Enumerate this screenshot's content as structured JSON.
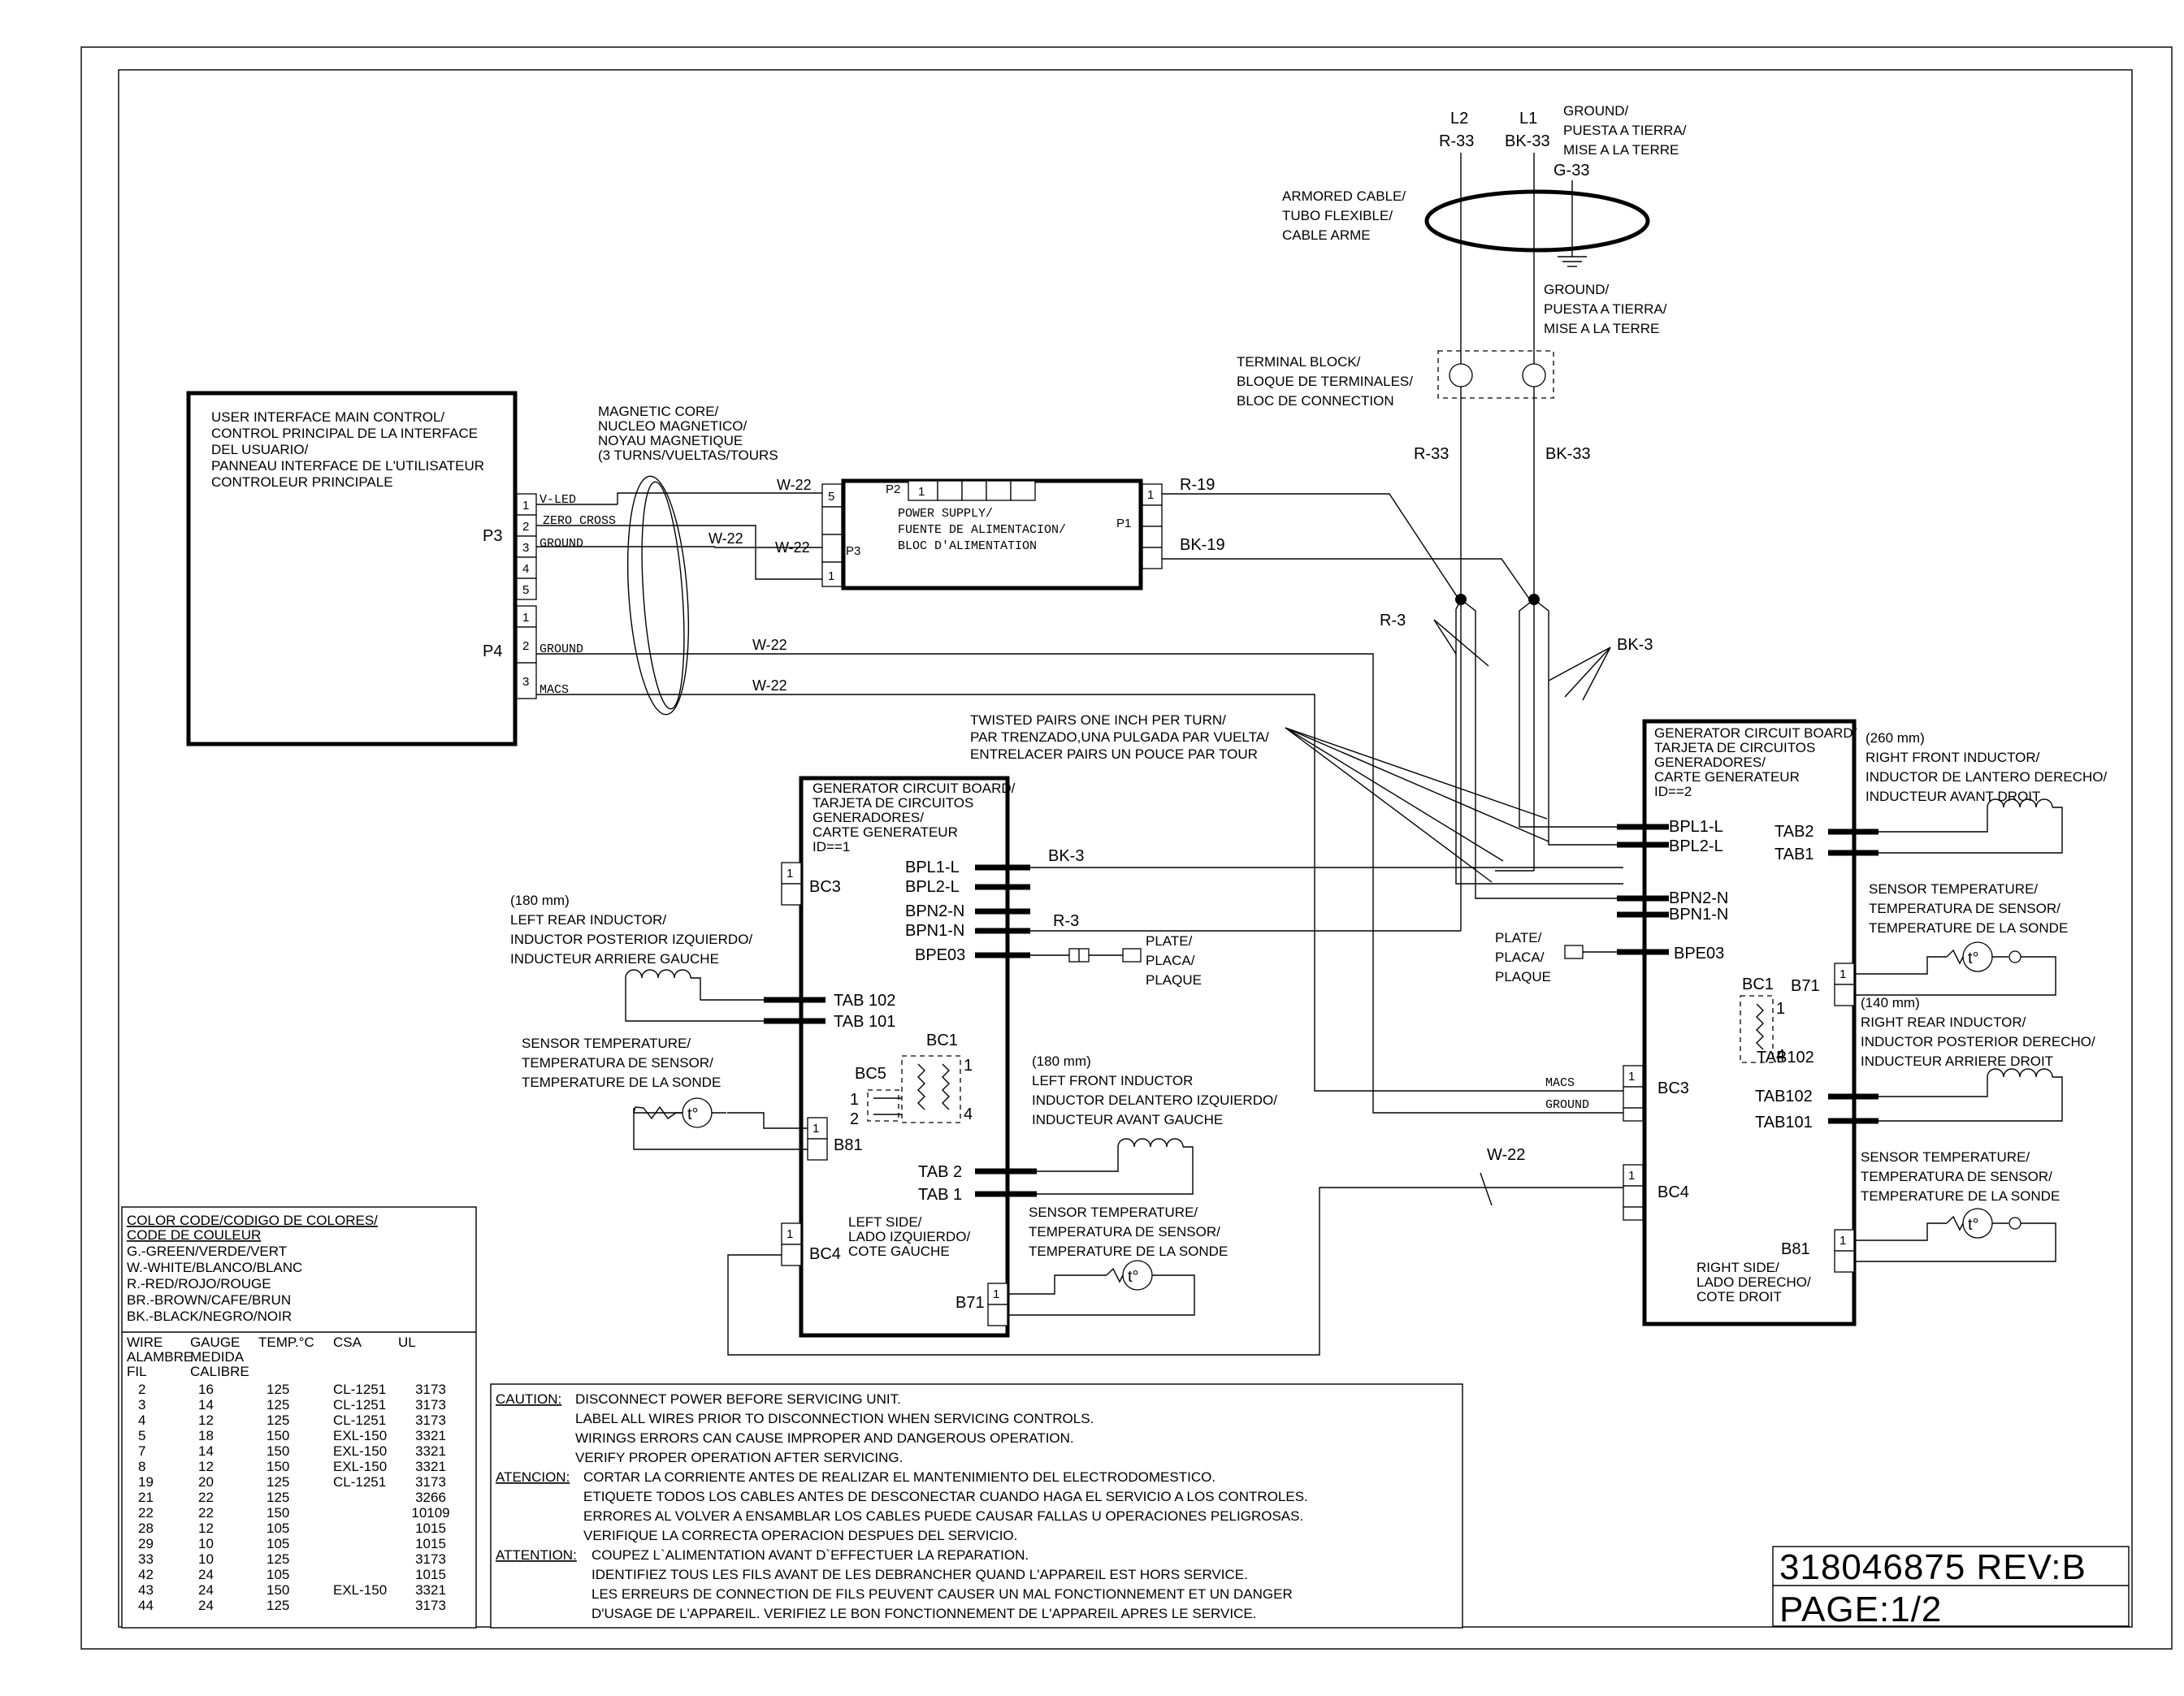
{
  "ui_box": {
    "lines": [
      "USER INTERFACE MAIN CONTROL/",
      "CONTROL PRINCIPAL DE LA INTERFACE",
      "DEL USUARIO/",
      "PANNEAU INTERFACE DE L'UTILISATEUR",
      "CONTROLEUR PRINCIPALE"
    ],
    "p3": "P3",
    "p4": "P4",
    "p3_pins": [
      "1",
      "2",
      "3",
      "4",
      "5"
    ],
    "p4_pins": [
      "1",
      "2",
      "3"
    ],
    "vled": "V-LED",
    "zero_cross": "ZERO CROSS",
    "ground": "GROUND",
    "ground2": "GROUND",
    "macs": "MACS"
  },
  "magnetic_core": [
    "MAGNETIC CORE/",
    "NUCLEO MAGNETICO/",
    "NOYAU MAGNETIQUE",
    "(3 TURNS/VUELTAS/TOURS"
  ],
  "power_supply": {
    "lines": [
      "POWER SUPPLY/",
      "FUENTE DE ALIMENTACION/",
      "BLOC D'ALIMENTATION"
    ],
    "p2": "P2",
    "p2_pin": "1",
    "p1": "P1",
    "p1_pin": "1",
    "p3": "P3",
    "p3_pin5": "5",
    "p3_pin1": "1"
  },
  "wires": {
    "w22_a": "W-22",
    "w22_b": "W-22",
    "w22_c": "W-22",
    "w22_d": "W-22",
    "w22_e": "W-22",
    "w22_f": "W-22",
    "r19": "R-19",
    "bk19": "BK-19",
    "r33": "R-33",
    "bk33": "BK-33",
    "r3": "R-3",
    "bk3": "BK-3",
    "bk3_gen1": "BK-3",
    "r3_gen1": "R-3"
  },
  "power_in": {
    "l2": "L2",
    "l1": "L1",
    "r33": "R-33",
    "bk33": "BK-33",
    "g33": "G-33",
    "ground_top": [
      "GROUND/",
      "PUESTA A TIERRA/",
      "MISE A LA TERRE"
    ],
    "armored": [
      "ARMORED CABLE/",
      "TUBO FLEXIBLE/",
      "CABLE ARME"
    ],
    "ground_mid": [
      "GROUND/",
      "PUESTA A TIERRA/",
      "MISE A LA TERRE"
    ],
    "terminal": [
      "TERMINAL BLOCK/",
      "BLOQUE DE TERMINALES/",
      "BLOC DE CONNECTION"
    ]
  },
  "twisted": [
    "TWISTED PAIRS ONE INCH PER TURN/",
    "PAR TRENZADO,UNA PULGADA PAR VUELTA/",
    "ENTRELACER PAIRS UN POUCE PAR TOUR"
  ],
  "gen_left": {
    "header": [
      "GENERATOR CIRCUIT BOARD/",
      "TARJETA DE CIRCUITOS",
      "GENERADORES/",
      "CARTE GENERATEUR",
      "ID==1"
    ],
    "bc3": "BC3",
    "bpl1": "BPL1-L",
    "bpl2": "BPL2-L",
    "bpn2": "BPN2-N",
    "bpn1": "BPN1-N",
    "bpe03": "BPE03",
    "tab102": "TAB 102",
    "tab101": "TAB 101",
    "bc1": "BC1",
    "bc5": "BC5",
    "b81": "B81",
    "tab2": "TAB 2",
    "tab1": "TAB 1",
    "bc4": "BC4",
    "b71": "B71",
    "side": [
      "LEFT SIDE/",
      "LADO IZQUIERDO/",
      "COTE GAUCHE"
    ],
    "pin1": "1",
    "pin2": "2",
    "pin4": "4"
  },
  "gen_right": {
    "header": [
      "GENERATOR CIRCUIT BOARD/",
      "TARJETA DE CIRCUITOS",
      "GENERADORES/",
      "CARTE GENERATEUR",
      "ID==2"
    ],
    "bpl1": "BPL1-L",
    "bpl2": "BPL2-L",
    "bpn2": "BPN2-N",
    "bpn1": "BPN1-N",
    "bpe03": "BPE03",
    "tab2": "TAB2",
    "tab1": "TAB1",
    "bc1": "BC1",
    "b71": "B71",
    "tab102": "TAB102",
    "tab101": "TAB101",
    "macs": "MACS",
    "ground": "GROUND",
    "bc3": "BC3",
    "bc4": "BC4",
    "b81": "B81",
    "side": [
      "RIGHT SIDE/",
      "LADO DERECHO/",
      "COTE DROIT"
    ],
    "pin1": "1",
    "pin4": "4"
  },
  "left_rear_inductor": [
    "(180 mm)",
    "LEFT REAR INDUCTOR/",
    "INDUCTOR POSTERIOR IZQUIERDO/",
    "INDUCTEUR ARRIERE GAUCHE"
  ],
  "left_front_inductor": [
    "(180 mm)",
    "LEFT FRONT INDUCTOR",
    "INDUCTOR DELANTERO IZQUIERDO/",
    "INDUCTEUR AVANT GAUCHE"
  ],
  "right_front_inductor": [
    "(260 mm)",
    "RIGHT FRONT INDUCTOR/",
    "INDUCTOR DE LANTERO DERECHO/",
    "INDUCTEUR AVANT DROIT"
  ],
  "right_rear_inductor": [
    "(140 mm)",
    "RIGHT REAR INDUCTOR/",
    "INDUCTOR POSTERIOR DERECHO/",
    "INDUCTEUR ARRIERE DROIT"
  ],
  "sensor": [
    "SENSOR TEMPERATURE/",
    "TEMPERATURA DE SENSOR/",
    "TEMPERATURE DE LA SONDE"
  ],
  "plate_left": [
    "PLATE/",
    "PLACA/",
    "PLAQUE"
  ],
  "plate_right": [
    "PLATE/",
    "PLACA/",
    "PLAQUE"
  ],
  "thermistor": "t°",
  "color_code": {
    "title1": "COLOR CODE/CODIGO DE COLORES/",
    "title2": "CODE DE COULEUR",
    "entries": [
      "G.-GREEN/VERDE/VERT",
      "W.-WHITE/BLANCO/BLANC",
      "R.-RED/ROJO/ROUGE",
      "BR.-BROWN/CAFE/BRUN",
      "BK.-BLACK/NEGRO/NOIR"
    ],
    "headers": [
      "WIRE",
      "GAUGE",
      "TEMP.°C",
      "CSA",
      "UL"
    ],
    "headers2": [
      "ALAMBRE",
      "MEDIDA",
      "",
      "",
      ""
    ],
    "headers3": [
      "FIL",
      "CALIBRE",
      "",
      "",
      ""
    ],
    "rows": [
      [
        "2",
        "16",
        "125",
        "CL-1251",
        "3173"
      ],
      [
        "3",
        "14",
        "125",
        "CL-1251",
        "3173"
      ],
      [
        "4",
        "12",
        "125",
        "CL-1251",
        "3173"
      ],
      [
        "5",
        "18",
        "150",
        "EXL-150",
        "3321"
      ],
      [
        "7",
        "14",
        "150",
        "EXL-150",
        "3321"
      ],
      [
        "8",
        "12",
        "150",
        "EXL-150",
        "3321"
      ],
      [
        "19",
        "20",
        "125",
        "CL-1251",
        "3173"
      ],
      [
        "21",
        "22",
        "125",
        "",
        "3266"
      ],
      [
        "22",
        "22",
        "150",
        "",
        "10109"
      ],
      [
        "28",
        "12",
        "105",
        "",
        "1015"
      ],
      [
        "29",
        "10",
        "105",
        "",
        "1015"
      ],
      [
        "33",
        "10",
        "125",
        "",
        "3173"
      ],
      [
        "42",
        "24",
        "105",
        "",
        "1015"
      ],
      [
        "43",
        "24",
        "150",
        "EXL-150",
        "3321"
      ],
      [
        "44",
        "24",
        "125",
        "",
        "3173"
      ]
    ]
  },
  "caution": {
    "label_en": "CAUTION:",
    "lines_en": [
      "DISCONNECT POWER BEFORE SERVICING UNIT.",
      "LABEL ALL WIRES PRIOR TO DISCONNECTION WHEN SERVICING CONTROLS.",
      "WIRINGS ERRORS CAN CAUSE IMPROPER AND DANGEROUS OPERATION.",
      "VERIFY PROPER OPERATION AFTER SERVICING."
    ],
    "label_es": "ATENCION:",
    "lines_es": [
      "CORTAR LA CORRIENTE ANTES DE REALIZAR EL MANTENIMIENTO DEL ELECTRODOMESTICO.",
      "ETIQUETE TODOS LOS CABLES ANTES DE DESCONECTAR CUANDO HAGA EL SERVICIO A LOS CONTROLES.",
      "ERRORES AL VOLVER A ENSAMBLAR LOS CABLES PUEDE CAUSAR FALLAS U OPERACIONES PELIGROSAS.",
      "VERIFIQUE LA CORRECTA OPERACION DESPUES DEL SERVICIO."
    ],
    "label_fr": "ATTENTION:",
    "lines_fr": [
      "COUPEZ L`ALIMENTATION AVANT D`EFFECTUER LA REPARATION.",
      "IDENTIFIEZ TOUS LES FILS AVANT DE LES DEBRANCHER QUAND L'APPAREIL EST HORS SERVICE.",
      "LES ERREURS DE CONNECTION DE FILS PEUVENT CAUSER UN MAL FONCTIONNEMENT ET UN DANGER",
      "D'USAGE DE L'APPAREIL. VERIFIEZ LE BON FONCTIONNEMENT DE L'APPAREIL APRES LE SERVICE."
    ]
  },
  "title_block": {
    "part": "318046875 REV:B",
    "page": "PAGE:1/2"
  }
}
